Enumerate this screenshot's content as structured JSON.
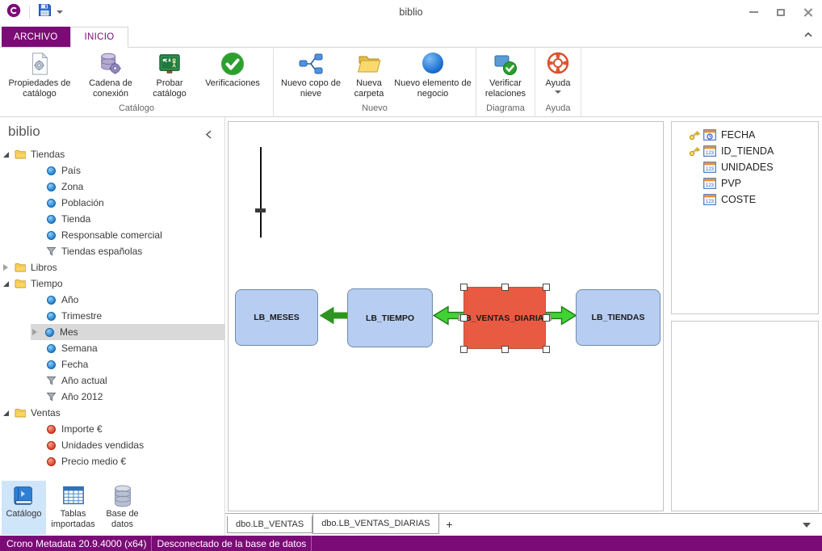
{
  "window": {
    "title": "biblio"
  },
  "menu_tabs": {
    "archivo": "ARCHIVO",
    "inicio": "INICIO"
  },
  "ribbon": {
    "groups": [
      {
        "label": "Catálogo",
        "buttons": [
          {
            "label": "Propiedades de catálogo",
            "icon": "document-gear-icon"
          },
          {
            "label": "Cadena de conexión",
            "icon": "database-gear-icon"
          },
          {
            "label": "Probar catálogo",
            "icon": "chalkboard-icon"
          },
          {
            "label": "Verificaciones",
            "icon": "green-check-icon"
          }
        ]
      },
      {
        "label": "Nuevo",
        "buttons": [
          {
            "label": "Nuevo copo de nieve",
            "icon": "snowflake-schema-icon"
          },
          {
            "label": "Nueva carpeta",
            "icon": "folder-icon"
          },
          {
            "label": "Nuevo elemento de negocio",
            "icon": "blue-sphere-icon"
          }
        ]
      },
      {
        "label": "Diagrama",
        "buttons": [
          {
            "label": "Verificar relaciones",
            "icon": "verify-relations-icon"
          }
        ]
      },
      {
        "label": "Ayuda",
        "buttons": [
          {
            "label": "Ayuda",
            "icon": "life-ring-icon",
            "has_dropdown": true
          }
        ]
      }
    ]
  },
  "sidebar": {
    "header": "biblio",
    "items": [
      {
        "label": "Tiendas",
        "type": "folder",
        "level": 0,
        "expanded": true
      },
      {
        "label": "País",
        "type": "attribute",
        "level": 1
      },
      {
        "label": "Zona",
        "type": "attribute",
        "level": 1
      },
      {
        "label": "Población",
        "type": "attribute",
        "level": 1
      },
      {
        "label": "Tienda",
        "type": "attribute",
        "level": 1
      },
      {
        "label": "Responsable comercial",
        "type": "attribute",
        "level": 1
      },
      {
        "label": "Tiendas españolas",
        "type": "filter",
        "level": 1
      },
      {
        "label": "Libros",
        "type": "folder",
        "level": 0,
        "expanded": false
      },
      {
        "label": "Tiempo",
        "type": "folder",
        "level": 0,
        "expanded": true
      },
      {
        "label": "Año",
        "type": "attribute",
        "level": 1
      },
      {
        "label": "Trimestre",
        "type": "attribute",
        "level": 1
      },
      {
        "label": "Mes",
        "type": "attribute",
        "level": 1,
        "selected": true,
        "has_children": true
      },
      {
        "label": "Semana",
        "type": "attribute",
        "level": 1
      },
      {
        "label": "Fecha",
        "type": "attribute",
        "level": 1
      },
      {
        "label": "Año actual",
        "type": "filter",
        "level": 1
      },
      {
        "label": "Año 2012",
        "type": "filter",
        "level": 1
      },
      {
        "label": "Ventas",
        "type": "folder",
        "level": 0,
        "expanded": true
      },
      {
        "label": "Importe €",
        "type": "measure",
        "level": 1
      },
      {
        "label": "Unidades vendidas",
        "type": "measure",
        "level": 1
      },
      {
        "label": "Precio medio €",
        "type": "measure",
        "level": 1
      }
    ],
    "views": [
      {
        "label": "Catálogo",
        "selected": true,
        "icon": "catalog-book-icon"
      },
      {
        "label": "Tablas importadas",
        "selected": false,
        "icon": "imported-tables-icon"
      },
      {
        "label": "Base de datos",
        "selected": false,
        "icon": "database-icon"
      }
    ]
  },
  "canvas": {
    "nodes": [
      {
        "label": "LB_MESES",
        "selected": false
      },
      {
        "label": "LB_TIEMPO",
        "selected": false
      },
      {
        "label": "LB_VENTAS_DIARIAS",
        "selected": true
      },
      {
        "label": "LB_TIENDAS",
        "selected": false
      }
    ],
    "relations": [
      {
        "from": "LB_TIEMPO",
        "to": "LB_MESES",
        "color": "dark-green"
      },
      {
        "from": "LB_VENTAS_DIARIAS",
        "to": "LB_TIEMPO",
        "color": "green"
      },
      {
        "from": "LB_VENTAS_DIARIAS",
        "to": "LB_TIENDAS",
        "color": "green"
      }
    ]
  },
  "fields": {
    "items": [
      {
        "name": "FECHA",
        "key": true,
        "type": "date"
      },
      {
        "name": "ID_TIENDA",
        "key": true,
        "type": "number"
      },
      {
        "name": "UNIDADES",
        "key": false,
        "type": "number"
      },
      {
        "name": "PVP",
        "key": false,
        "type": "number"
      },
      {
        "name": "COSTE",
        "key": false,
        "type": "number"
      }
    ]
  },
  "doc_tabs": {
    "tabs": [
      {
        "label": "dbo.LB_VENTAS",
        "active": false
      },
      {
        "label": "dbo.LB_VENTAS_DIARIAS",
        "active": true
      }
    ],
    "new_tab": "+"
  },
  "statusbar": {
    "app_version": "Crono Metadata 20.9.4000 (x64)",
    "connection": "Desconectado de la base de datos"
  },
  "icons": {
    "numeric_glyph": "123"
  },
  "colors": {
    "accent_purple": "#7b0b76",
    "node_blue": "#b7cdf1",
    "node_selected_red": "#e85a41",
    "arrow_green": "#41d234",
    "arrow_dark_green": "#2d9420",
    "tree_selection": "#d9d9d9",
    "view_selected": "#cfe5f9"
  }
}
